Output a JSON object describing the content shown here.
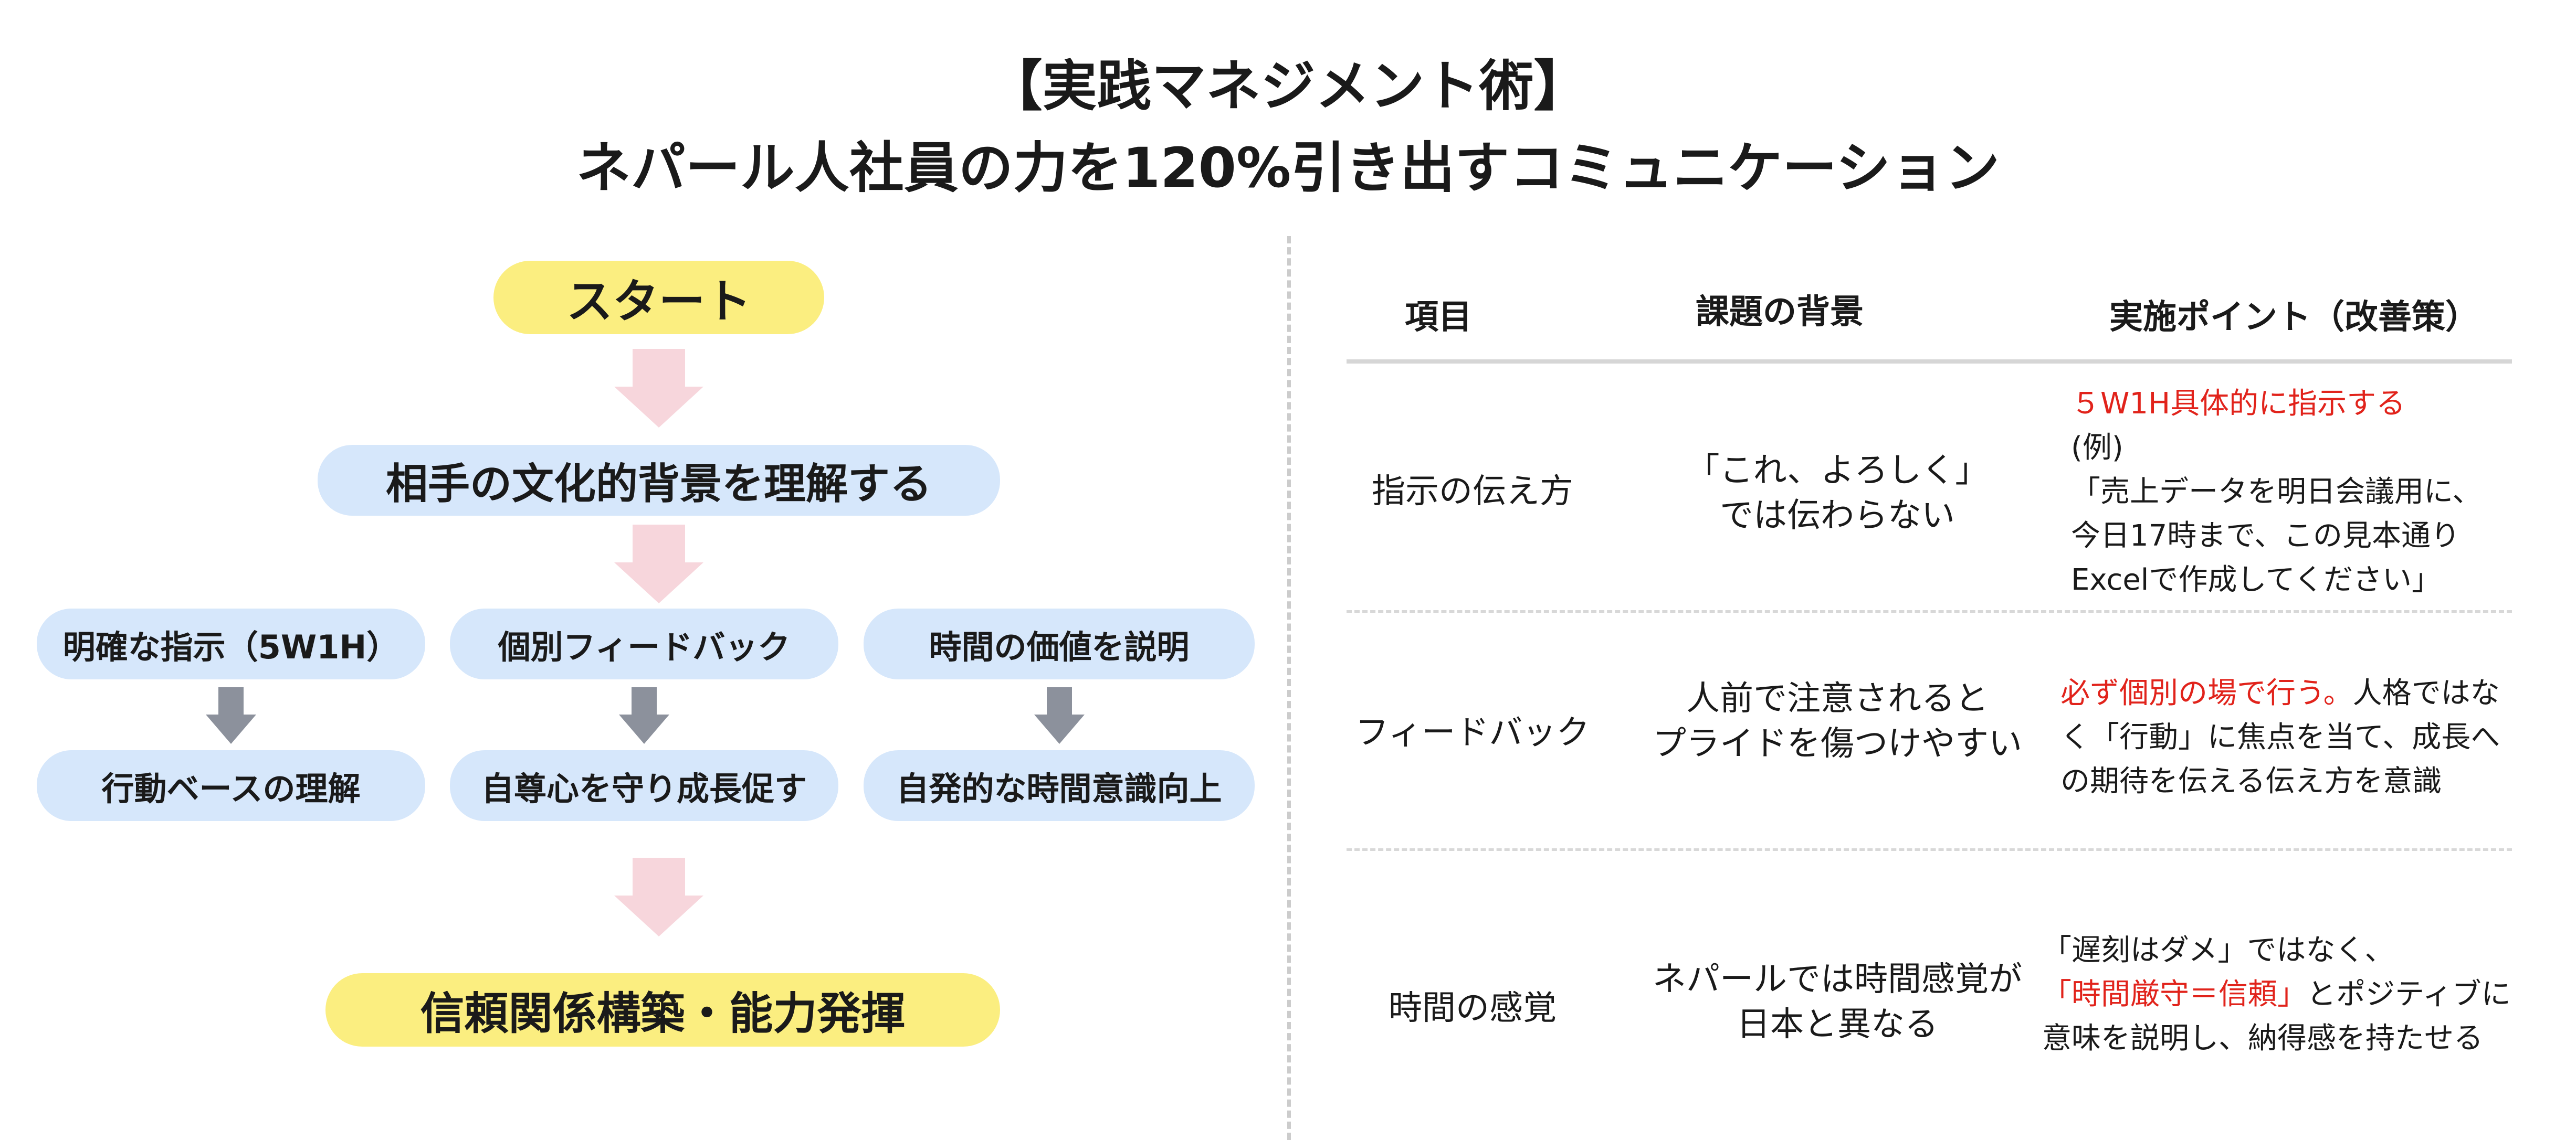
{
  "title": {
    "line1": "【実践マネジメント術】",
    "line2": "ネパール人社員の力を120%引き出すコミュニケーション"
  },
  "flow": {
    "start": "スタート",
    "understand": "相手の文化的背景を理解する",
    "branches": [
      {
        "top": "明確な指示（5W1H）",
        "bottom": "行動ベースの理解"
      },
      {
        "top": "個別フィードバック",
        "bottom": "自尊心を守り成長促す"
      },
      {
        "top": "時間の価値を説明",
        "bottom": "自発的な時間意識向上"
      }
    ],
    "goal": "信頼関係構築・能力発揮"
  },
  "table": {
    "headers": [
      "項目",
      "課題の背景",
      "実施ポイント（改善策）"
    ],
    "rows": [
      {
        "item": "指示の伝え方",
        "background": [
          "「これ、よろしく」",
          "では伝わらない"
        ],
        "point_lines": [
          [
            {
              "text": "５W1H具体的に指示する",
              "red": true
            }
          ],
          [
            {
              "text": "(例)",
              "red": false
            }
          ],
          [
            {
              "text": "「売上データを明日会議用に、",
              "red": false
            }
          ],
          [
            {
              "text": "今日17時まで、この見本通り",
              "red": false
            }
          ],
          [
            {
              "text": "Excelで作成してください」",
              "red": false
            }
          ]
        ]
      },
      {
        "item": "フィードバック",
        "background": [
          "人前で注意されると",
          "プライドを傷つけやすい"
        ],
        "point_lines": [
          [
            {
              "text": "必ず個別の場で行う。",
              "red": true
            },
            {
              "text": "人格ではな",
              "red": false
            }
          ],
          [
            {
              "text": "く「行動」に焦点を当て、成長へ",
              "red": false
            }
          ],
          [
            {
              "text": "の期待を伝える伝え方を意識",
              "red": false
            }
          ]
        ]
      },
      {
        "item": "時間の感覚",
        "background": [
          "ネパールでは時間感覚が",
          "日本と異なる"
        ],
        "point_lines": [
          [
            {
              "text": "「遅刻はダメ」ではなく、",
              "red": false
            }
          ],
          [
            {
              "text": "「時間厳守＝信頼」",
              "red": true
            },
            {
              "text": "とポジティブに",
              "red": false
            }
          ],
          [
            {
              "text": "意味を説明し、納得感を持たせる",
              "red": false
            }
          ]
        ]
      }
    ]
  },
  "colors": {
    "yellow_pill": "#fbee80",
    "blue_pill": "#d6e7fb",
    "pink_arrow": "#f7d6dc",
    "gray_arrow": "#8c919c",
    "emphasis_red": "#e1231b"
  }
}
